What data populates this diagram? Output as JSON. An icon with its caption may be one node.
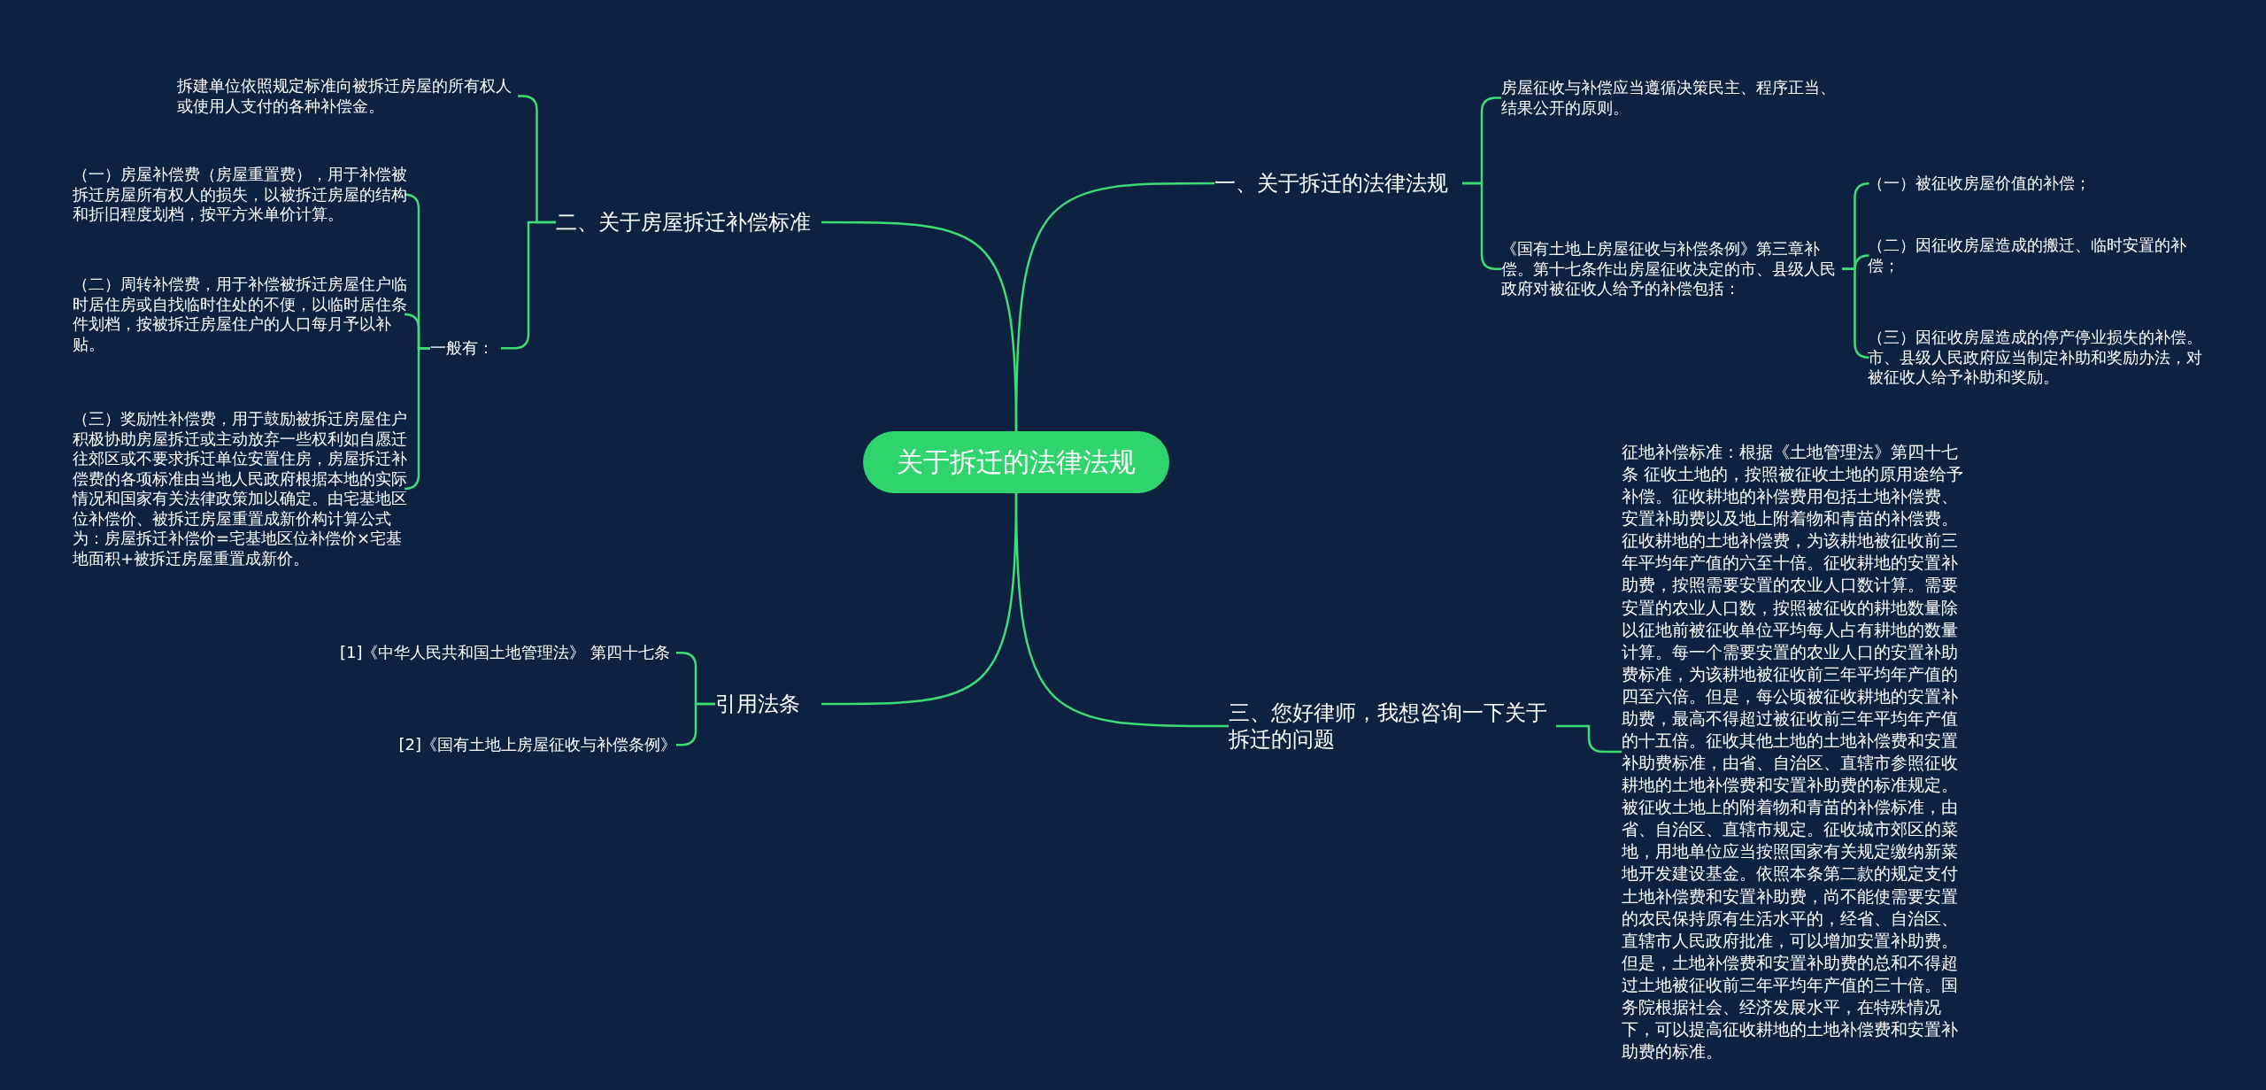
{
  "diagram": {
    "nodes": [
      {
        "text": [
          "关于拆迁的法律法规"
        ]
      },
      {
        "text": [
          "一、关于拆迁的法律法规"
        ]
      },
      {
        "text": [
          "房屋征收与补偿应当遵循决策民主、程序正当、结果公开的原则。"
        ]
      },
      {
        "text": [
          "《国有土地上房屋征收与补偿条例》第三章补偿。第十七条作出房屋征收决定的市、县级人民政府对被征收人给予的补偿包括："
        ]
      },
      {
        "text": [
          "（一）被征收房屋价值的补偿；"
        ]
      },
      {
        "text": [
          "（二）因征收房屋造成的搬迁、临时安置的补偿；"
        ]
      },
      {
        "text": [
          "（三）因征收房屋造成的停产停业损失的补偿。市、县级人民政府应当制定补助和奖励办法，对被征收人给予补助和奖励。"
        ]
      },
      {
        "text": [
          "三、您好律师，我想咨询一下关于拆迁的问题"
        ]
      },
      {
        "text": [
          "征地补偿标准：根据《土地管理法》第四十七条 征收土地的，按照被征收土地的原用途给予补偿。征收耕地的补偿费用包括土地补偿费、安置补助费以及地上附着物和青苗的补偿费。征收耕地的土地补偿费，为该耕地被征收前三年平均年产值的六至十倍。征收耕地的安置补助费，按照需要安置的农业人口数计算。需要安置的农业人口数，按照被征收的耕地数量除以征地前被征收单位平均每人占有耕地的数量计算。每一个需要安置的农业人口的安置补助费标准，为该耕地被征收前三年平均年产值的四至六倍。但是，每公顷被征收耕地的安置补助费，最高不得超过被征收前三年平均年产值的十五倍。征收其他土地的土地补偿费和安置补助费标准，由省、自治区、直辖市参照征收耕地的土地补偿费和安置补助费的标准规定。被征收土地上的附着物和青苗的补偿标准，由省、自治区、直辖市规定。征收城市郊区的菜地，用地单位应当按照国家有关规定缴纳新菜地开发建设基金。依照本条第二款的规定支付土地补偿费和安置补助费，尚不能使需要安置的农民保持原有生活水平的，经省、自治区、直辖市人民政府批准，可以增加安置补助费。但是，土地补偿费和安置补助费的总和不得超过土地被征收前三年平均年产值的三十倍。国务院根据社会、经济发展水平，在特殊情况下，可以提高征收耕地的土地补偿费和安置补助费的标准。"
        ]
      },
      {
        "text": [
          "二、关于房屋拆迁补偿标准"
        ]
      },
      {
        "text": [
          "拆建单位依照规定标准向被拆迁房屋的所有权人或使用人支付的各种补偿金。"
        ]
      },
      {
        "text": [
          "一般有："
        ]
      },
      {
        "text": [
          "（一）房屋补偿费（房屋重置费），用于补偿被拆迁房屋所有权人的损失，以被拆迁房屋的结构和折旧程度划档，按平方米单价计算。"
        ]
      },
      {
        "text": [
          "（二）周转补偿费，用于补偿被拆迁房屋住户临时居住房或自找临时住处的不便，以临时居住条件划档，按被拆迁房屋住户的人口每月予以补贴。"
        ]
      },
      {
        "text": [
          "（三）奖励性补偿费，用于鼓励被拆迁房屋住户积极协助房屋拆迁或主动放弃一些权利如自愿迁往郊区或不要求拆迁单位安置住房，房屋拆迁补偿费的各项标准由当地人民政府根据本地的实际情况和国家有关法律政策加以确定。由宅基地区位补偿价、被拆迁房屋重置成新价构计算公式为：房屋拆迁补偿价=宅基地区位补偿价×宅基地面积+被拆迁房屋重置成新价。"
        ]
      },
      {
        "text": [
          "引用法条"
        ]
      },
      {
        "text": [
          "[1]《中华人民共和国土地管理法》 第四十七条"
        ]
      },
      {
        "text": [
          "[2]《国有土地上房屋征收与补偿条例》"
        ]
      }
    ],
    "edges": [
      {
        "from": 0,
        "to": 1,
        "arrow": "none"
      },
      {
        "from": 1,
        "to": 2,
        "arrow": "none"
      },
      {
        "from": 1,
        "to": 3,
        "arrow": "none"
      },
      {
        "from": 3,
        "to": 4,
        "arrow": "none"
      },
      {
        "from": 3,
        "to": 5,
        "arrow": "none"
      },
      {
        "from": 3,
        "to": 6,
        "arrow": "none"
      },
      {
        "from": 0,
        "to": 7,
        "arrow": "none"
      },
      {
        "from": 7,
        "to": 8,
        "arrow": "none"
      },
      {
        "from": 0,
        "to": 9,
        "arrow": "none"
      },
      {
        "from": 9,
        "to": 10,
        "arrow": "none"
      },
      {
        "from": 9,
        "to": 11,
        "arrow": "none"
      },
      {
        "from": 11,
        "to": 12,
        "arrow": "none"
      },
      {
        "from": 11,
        "to": 13,
        "arrow": "none"
      },
      {
        "from": 11,
        "to": 14,
        "arrow": "none"
      },
      {
        "from": 0,
        "to": 15,
        "arrow": "none"
      },
      {
        "from": 15,
        "to": 16,
        "arrow": "none"
      },
      {
        "from": 15,
        "to": 17,
        "arrow": "none"
      }
    ]
  }
}
